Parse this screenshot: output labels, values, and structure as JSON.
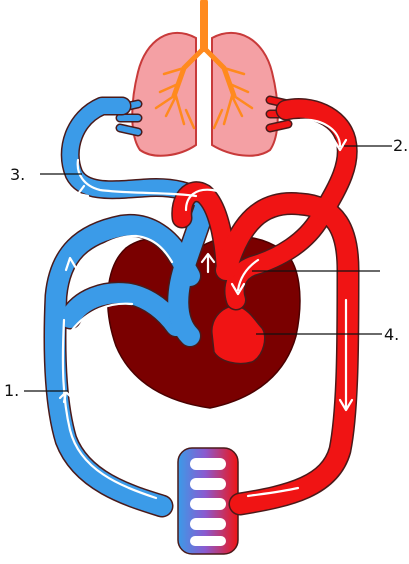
{
  "diagram": {
    "labels": {
      "l1": "1.",
      "l2": "2.",
      "l3": "3.",
      "l4": "4."
    },
    "colors": {
      "oxygen_poor_blood": "#3b9be8",
      "oxygen_rich_blood": "#f01414",
      "vessel_outline": "#4a1a1a",
      "lungs": "#f4a0a4",
      "lungs_outline": "#c83a3a",
      "airway": "#ff8a1e",
      "heart": "#7a0000",
      "flow_arrows": "#ffffff",
      "leader_lines": "#111111"
    }
  }
}
